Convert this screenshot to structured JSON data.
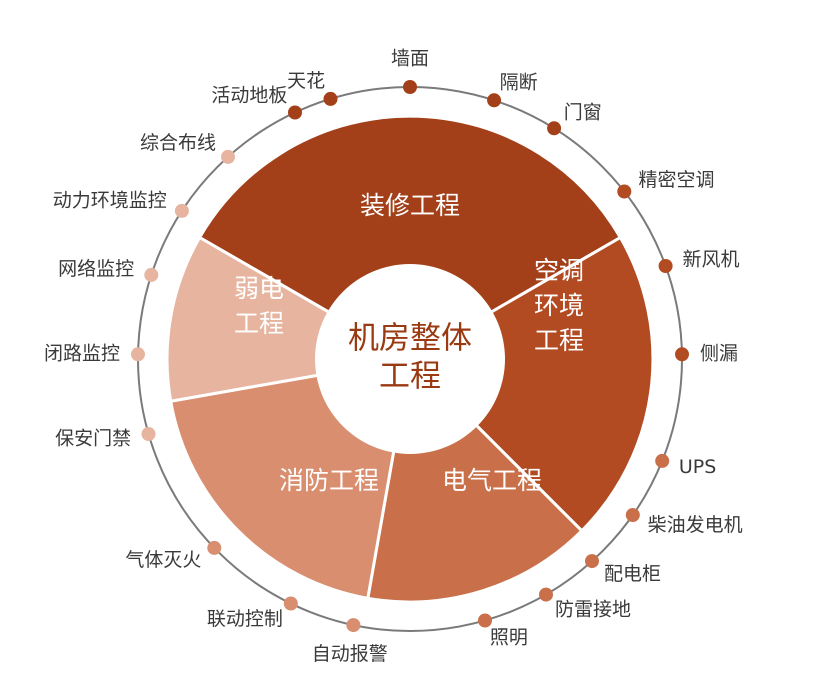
{
  "center": {
    "lines": [
      "机房整体",
      "工程"
    ]
  },
  "colors": {
    "ring": "#7a7a7a",
    "decor": "#a3401a",
    "hvac": "#b24a22",
    "electrical": "#c9704a",
    "fire": "#d88e6f",
    "weak": "#e7b4a0",
    "center_text": "#9a3a12"
  },
  "segments": [
    {
      "key": "decor",
      "lines": [
        "装修工程"
      ],
      "color": "#a3401a"
    },
    {
      "key": "hvac",
      "lines": [
        "空调",
        "环境",
        "工程"
      ],
      "color": "#b24a22"
    },
    {
      "key": "electrical",
      "lines": [
        "电气工程"
      ],
      "color": "#c9704a"
    },
    {
      "key": "fire",
      "lines": [
        "消防工程"
      ],
      "color": "#d88e6f"
    },
    {
      "key": "weak",
      "lines": [
        "弱电",
        "工程"
      ],
      "color": "#e7b4a0"
    }
  ],
  "items": [
    {
      "label": "墙面",
      "color": "#a3401a"
    },
    {
      "label": "隔断",
      "color": "#a3401a"
    },
    {
      "label": "门窗",
      "color": "#a3401a"
    },
    {
      "label": "精密空调",
      "color": "#b24a22"
    },
    {
      "label": "新风机",
      "color": "#b24a22"
    },
    {
      "label": "侧漏",
      "color": "#b24a22"
    },
    {
      "label": "UPS",
      "color": "#c9704a"
    },
    {
      "label": "柴油发电机",
      "color": "#c9704a"
    },
    {
      "label": "配电柜",
      "color": "#c9704a"
    },
    {
      "label": "防雷接地",
      "color": "#c9704a"
    },
    {
      "label": "照明",
      "color": "#c9704a"
    },
    {
      "label": "自动报警",
      "color": "#d88e6f"
    },
    {
      "label": "联动控制",
      "color": "#d88e6f"
    },
    {
      "label": "气体灭火",
      "color": "#d88e6f"
    },
    {
      "label": "保安门禁",
      "color": "#e7b4a0"
    },
    {
      "label": "闭路监控",
      "color": "#e7b4a0"
    },
    {
      "label": "网络监控",
      "color": "#e7b4a0"
    },
    {
      "label": "动力环境监控",
      "color": "#e7b4a0"
    },
    {
      "label": "综合布线",
      "color": "#e7b4a0"
    },
    {
      "label": "活动地板",
      "color": "#a3401a"
    },
    {
      "label": "天花",
      "color": "#a3401a"
    }
  ]
}
